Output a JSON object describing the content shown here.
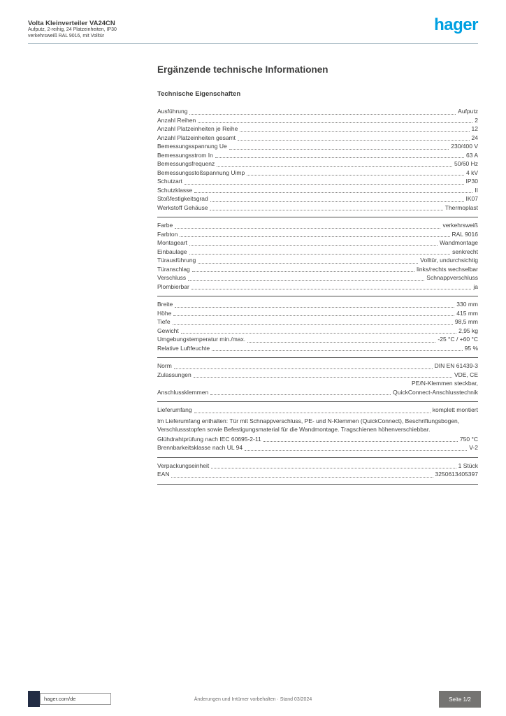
{
  "brand": {
    "logo_text": "hager",
    "logo_color": "#00A0E1"
  },
  "header": {
    "product_line1": "Volta Kleinverteiler VA24CN",
    "product_line2": "Aufputz, 2-reihig, 24 Platzeinheiten, IP30",
    "product_line3": "verkehrsweiß RAL 9016, mit Volltür"
  },
  "main": {
    "title": "Ergänzende technische Informationen",
    "section_heading": "Technische Eigenschaften"
  },
  "spec_sections": [
    {
      "rows": [
        {
          "label": "Ausführung",
          "value": "Aufputz"
        },
        {
          "label": "Anzahl Reihen",
          "value": "2"
        },
        {
          "label": "Anzahl Platzeinheiten je Reihe",
          "value": "12"
        },
        {
          "label": "Anzahl Platzeinheiten gesamt",
          "value": "24"
        },
        {
          "label": "Bemessungsspannung Ue",
          "value": "230/400 V"
        },
        {
          "label": "Bemessungsstrom In",
          "value": "63 A"
        },
        {
          "label": "Bemessungsfrequenz",
          "value": "50/60 Hz"
        },
        {
          "label": "Bemessungsstoßspannung Uimp",
          "value": "4 kV"
        },
        {
          "label": "Schutzart",
          "value": "IP30"
        },
        {
          "label": "Schutzklasse",
          "value": "II"
        },
        {
          "label": "Stoßfestigkeitsgrad",
          "value": "IK07"
        },
        {
          "label": "Werkstoff Gehäuse",
          "value": "Thermoplast"
        }
      ]
    },
    {
      "rows": [
        {
          "label": "Farbe",
          "value": "verkehrsweiß"
        },
        {
          "label": "Farbton",
          "value": "RAL 9016"
        },
        {
          "label": "Montageart",
          "value": "Wandmontage"
        },
        {
          "label": "Einbaulage",
          "value": "senkrecht"
        },
        {
          "label": "Türausführung",
          "value": "Volltür, undurchsichtig"
        },
        {
          "label": "Türanschlag",
          "value": "links/rechts wechselbar"
        },
        {
          "label": "Verschluss",
          "value": "Schnappverschluss"
        },
        {
          "label": "Plombierbar",
          "value": "ja"
        }
      ]
    },
    {
      "rows": [
        {
          "label": "Breite",
          "value": "330 mm"
        },
        {
          "label": "Höhe",
          "value": "415 mm"
        },
        {
          "label": "Tiefe",
          "value": "98,5 mm"
        },
        {
          "label": "Gewicht",
          "value": "2,95 kg"
        },
        {
          "label": "Umgebungstemperatur min./max.",
          "value": "-25 °C / +60 °C"
        },
        {
          "label": "Relative Luftfeuchte",
          "value": "95 %"
        }
      ]
    },
    {
      "rows": [
        {
          "label": "Norm",
          "value": "DIN EN 61439-3"
        },
        {
          "label": "Zulassungen",
          "value": "VDE, CE"
        },
        {
          "label": "Anschlussklemmen",
          "value": "PE/N-Klemmen steckbar,\nQuickConnect-Anschlusstechnik"
        }
      ]
    },
    {
      "rows": [
        {
          "label": "Lieferumfang",
          "value": "komplett montiert"
        },
        {
          "note": "Im Lieferumfang enthalten: Tür mit Schnappverschluss, PE- und N-Klemmen (QuickConnect), Beschriftungsbogen, Verschlussstopfen sowie Befestigungsmaterial für die Wandmontage. Tragschienen höhenverschiebbar."
        },
        {
          "label": "Glühdrahtprüfung nach IEC 60695-2-11",
          "value": "750 °C"
        },
        {
          "label": "Brennbarkeitsklasse nach UL 94",
          "value": "V-2"
        }
      ]
    },
    {
      "rows": [
        {
          "label": "Verpackungseinheit",
          "value": "1 Stück"
        },
        {
          "label": "EAN",
          "value": "3250613405397"
        }
      ]
    }
  ],
  "footer": {
    "website": "hager.com/de",
    "center_text": "Änderungen und Irrtümer vorbehalten · Stand 03/2024",
    "page_label": "Seite 1/2"
  }
}
